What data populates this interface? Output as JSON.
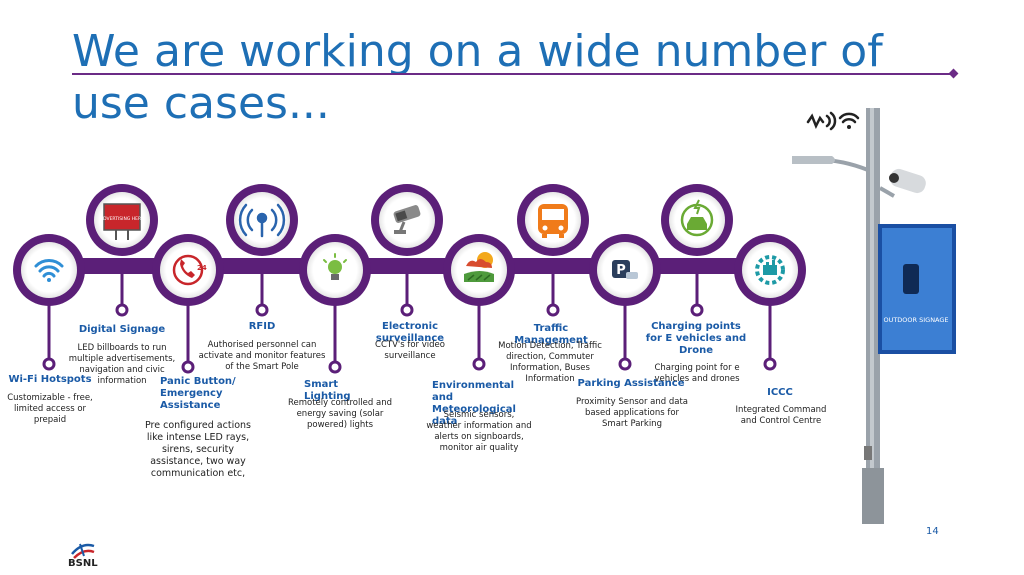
{
  "title": "We are working on a wide number of use cases...",
  "page_number": "14",
  "logo_text": "BSNL",
  "pole_screen_text": "OUTDOOR SIGNAGE",
  "colors": {
    "title": "#1e6fb5",
    "accent": "#6b2b86",
    "label": "#1a5aa6"
  },
  "use_cases": [
    {
      "title": "Wi-Fi Hotspots",
      "desc": "Customizable - free, limited access or prepaid",
      "icon": "wifi-icon"
    },
    {
      "title": "Digital Signage",
      "desc": "LED billboards to run multiple advertisements, navigation and civic information",
      "icon": "billboard-icon",
      "billboard_text": "ADVERTISING HERE"
    },
    {
      "title": "Panic Button/ Emergency Assistance",
      "desc": "Pre configured actions like intense LED rays, sirens, security assistance, two way communication etc,",
      "icon": "emergency-24-icon",
      "badge": "24"
    },
    {
      "title": "RFID",
      "desc": "Authorised personnel can activate and monitor features of the Smart Pole",
      "icon": "rfid-antenna-icon"
    },
    {
      "title": "Smart Lighting",
      "desc": "Remotely controlled and energy saving (solar powered) lights",
      "icon": "lightbulb-icon"
    },
    {
      "title": "Electronic surveillance",
      "desc": "CCTV's for video surveillance",
      "icon": "cctv-camera-icon"
    },
    {
      "title": "Environmental and Meteorological data",
      "desc": "Seismic sensors, weather information and alerts on signboards, monitor air quality",
      "icon": "weather-fields-icon"
    },
    {
      "title": "Traffic Management",
      "desc": "Motion Detection, Traffic direction, Commuter Information, Buses Information",
      "icon": "bus-icon"
    },
    {
      "title": "Parking Assistance",
      "desc": "Proximity Sensor and data based applications for Smart Parking",
      "icon": "parking-icon",
      "badge": "P"
    },
    {
      "title": "Charging points for E vehicles and Drone",
      "desc": "Charging point for e vehicles and drones",
      "icon": "ev-charging-icon"
    },
    {
      "title": "ICCC",
      "desc": "Integrated Command and Control Centre",
      "icon": "command-center-icon"
    }
  ]
}
